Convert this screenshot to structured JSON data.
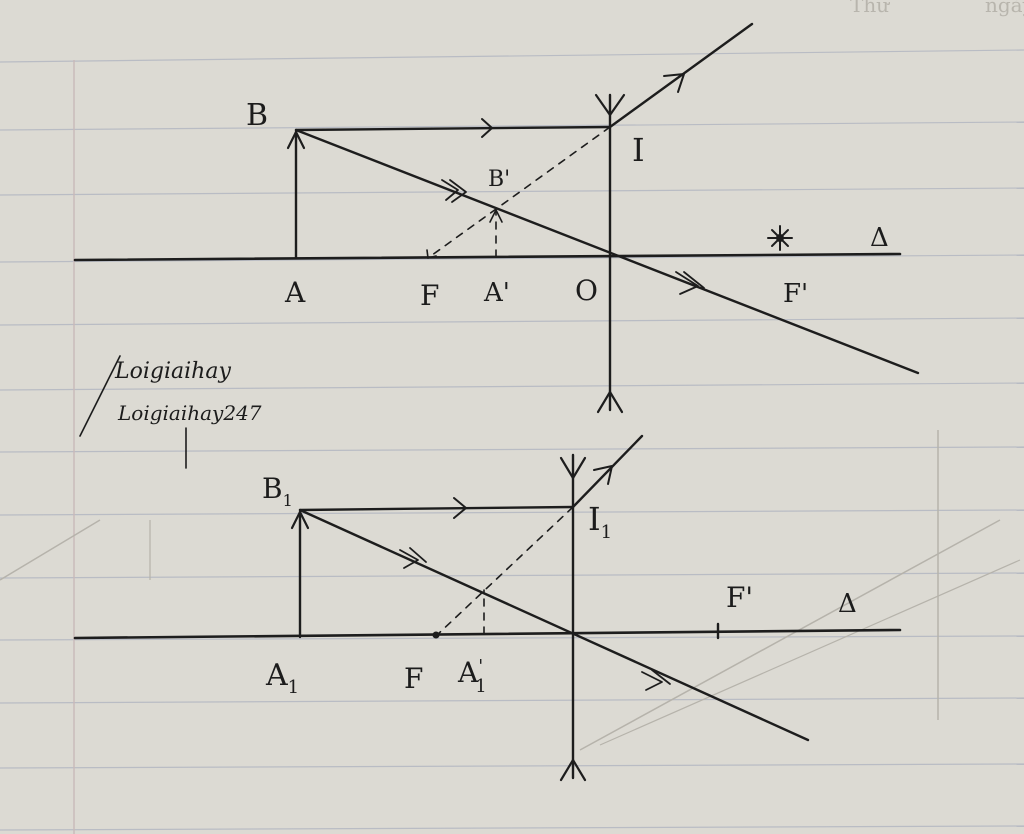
{
  "diagram_1": {
    "labels": {
      "object_top": "B",
      "object_base": "A",
      "focus_object_side": "F",
      "image_base": "A'",
      "image_top": "B'",
      "optical_center": "O",
      "focus_image_side": "F'",
      "incidence_point": "I",
      "principal_axis": "Δ"
    }
  },
  "diagram_2": {
    "labels": {
      "object_top": "B",
      "object_top_sub": "1",
      "object_base": "A",
      "object_base_sub": "1",
      "focus_object_side": "F",
      "image_base": "A",
      "image_base_prime": "'",
      "image_base_sub": "1",
      "focus_image_side": "F'",
      "incidence_point": "I",
      "incidence_point_sub": "1",
      "principal_axis": "Δ"
    }
  },
  "watermark": {
    "line1": "Loigiaihay",
    "line2": "Loigiaihay247"
  },
  "header_faint_text": {
    "left": "Thứ",
    "right": "ngày"
  },
  "colors": {
    "paper": "#dcdad3",
    "ink": "#1d1d1d",
    "rule": "#b9bcc4"
  }
}
